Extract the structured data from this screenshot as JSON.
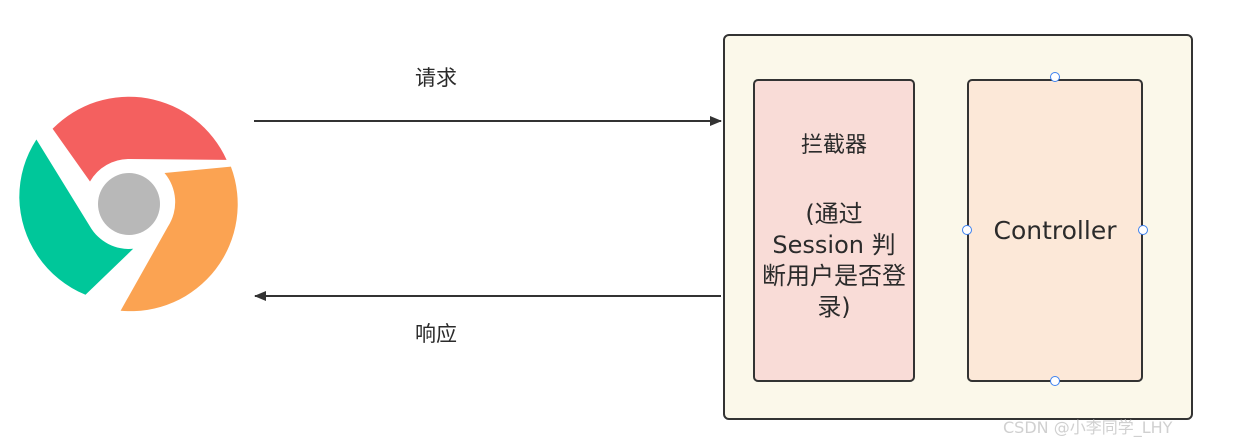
{
  "client": {
    "icon": "chrome-browser-icon",
    "colors": {
      "red": "#f4605f",
      "green": "#00c79a",
      "orange": "#fba352",
      "center": "#b8b8b8"
    }
  },
  "arrows": {
    "request_label": "请求",
    "response_label": "响应",
    "color": "#333333"
  },
  "server": {
    "container_color": "#fbf8ea",
    "interceptor": {
      "title": "拦截器",
      "description": "(通过 Session 判断用户是否登录)",
      "color": "#f9dcd7"
    },
    "controller": {
      "label": "Controller",
      "color": "#fce8d8"
    }
  },
  "watermark": "CSDN @小李同学_LHY"
}
